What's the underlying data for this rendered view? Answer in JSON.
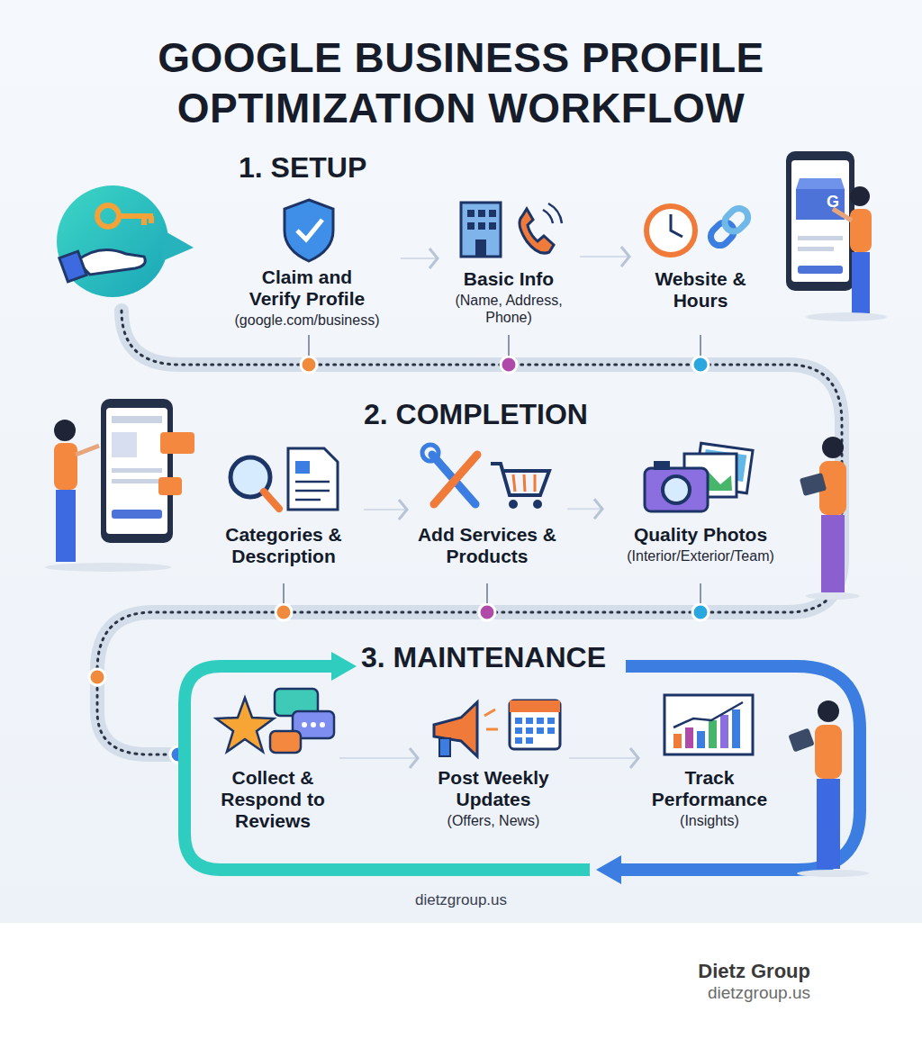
{
  "diagram": {
    "title": "GOOGLE BUSINESS PROFILE OPTIMIZATION WORKFLOW",
    "nodes": [
      {
        "text": [
          "Claim and Verify Profile",
          "(google.com/business)"
        ]
      },
      {
        "text": [
          "Basic Info",
          "(Name, Address, Phone)"
        ]
      },
      {
        "text": [
          "Website & Hours"
        ]
      },
      {
        "text": [
          "Categories & Description"
        ]
      },
      {
        "text": [
          "Add Services & Products"
        ]
      },
      {
        "text": [
          "Quality Photos",
          "(Interior/Exterior/Team)"
        ]
      },
      {
        "text": [
          "Collect & Respond to Reviews"
        ]
      },
      {
        "text": [
          "Post Weekly Updates",
          "(Offers, News)"
        ]
      },
      {
        "text": [
          "Track Performance",
          "(Insights)"
        ]
      }
    ],
    "edges": [
      {
        "from": 0,
        "to": 1,
        "arrow": "to"
      },
      {
        "from": 1,
        "to": 2,
        "arrow": "to"
      },
      {
        "from": 3,
        "to": 4,
        "arrow": "to"
      },
      {
        "from": 4,
        "to": 5,
        "arrow": "to"
      },
      {
        "from": 6,
        "to": 7,
        "arrow": "to"
      },
      {
        "from": 7,
        "to": 8,
        "arrow": "to"
      }
    ],
    "labels": [
      "1. SETUP",
      "2. COMPLETION",
      "3. MAINTENANCE",
      "G",
      "dietzgroup.us",
      "Dietz Group",
      "dietzgroup.us"
    ]
  }
}
